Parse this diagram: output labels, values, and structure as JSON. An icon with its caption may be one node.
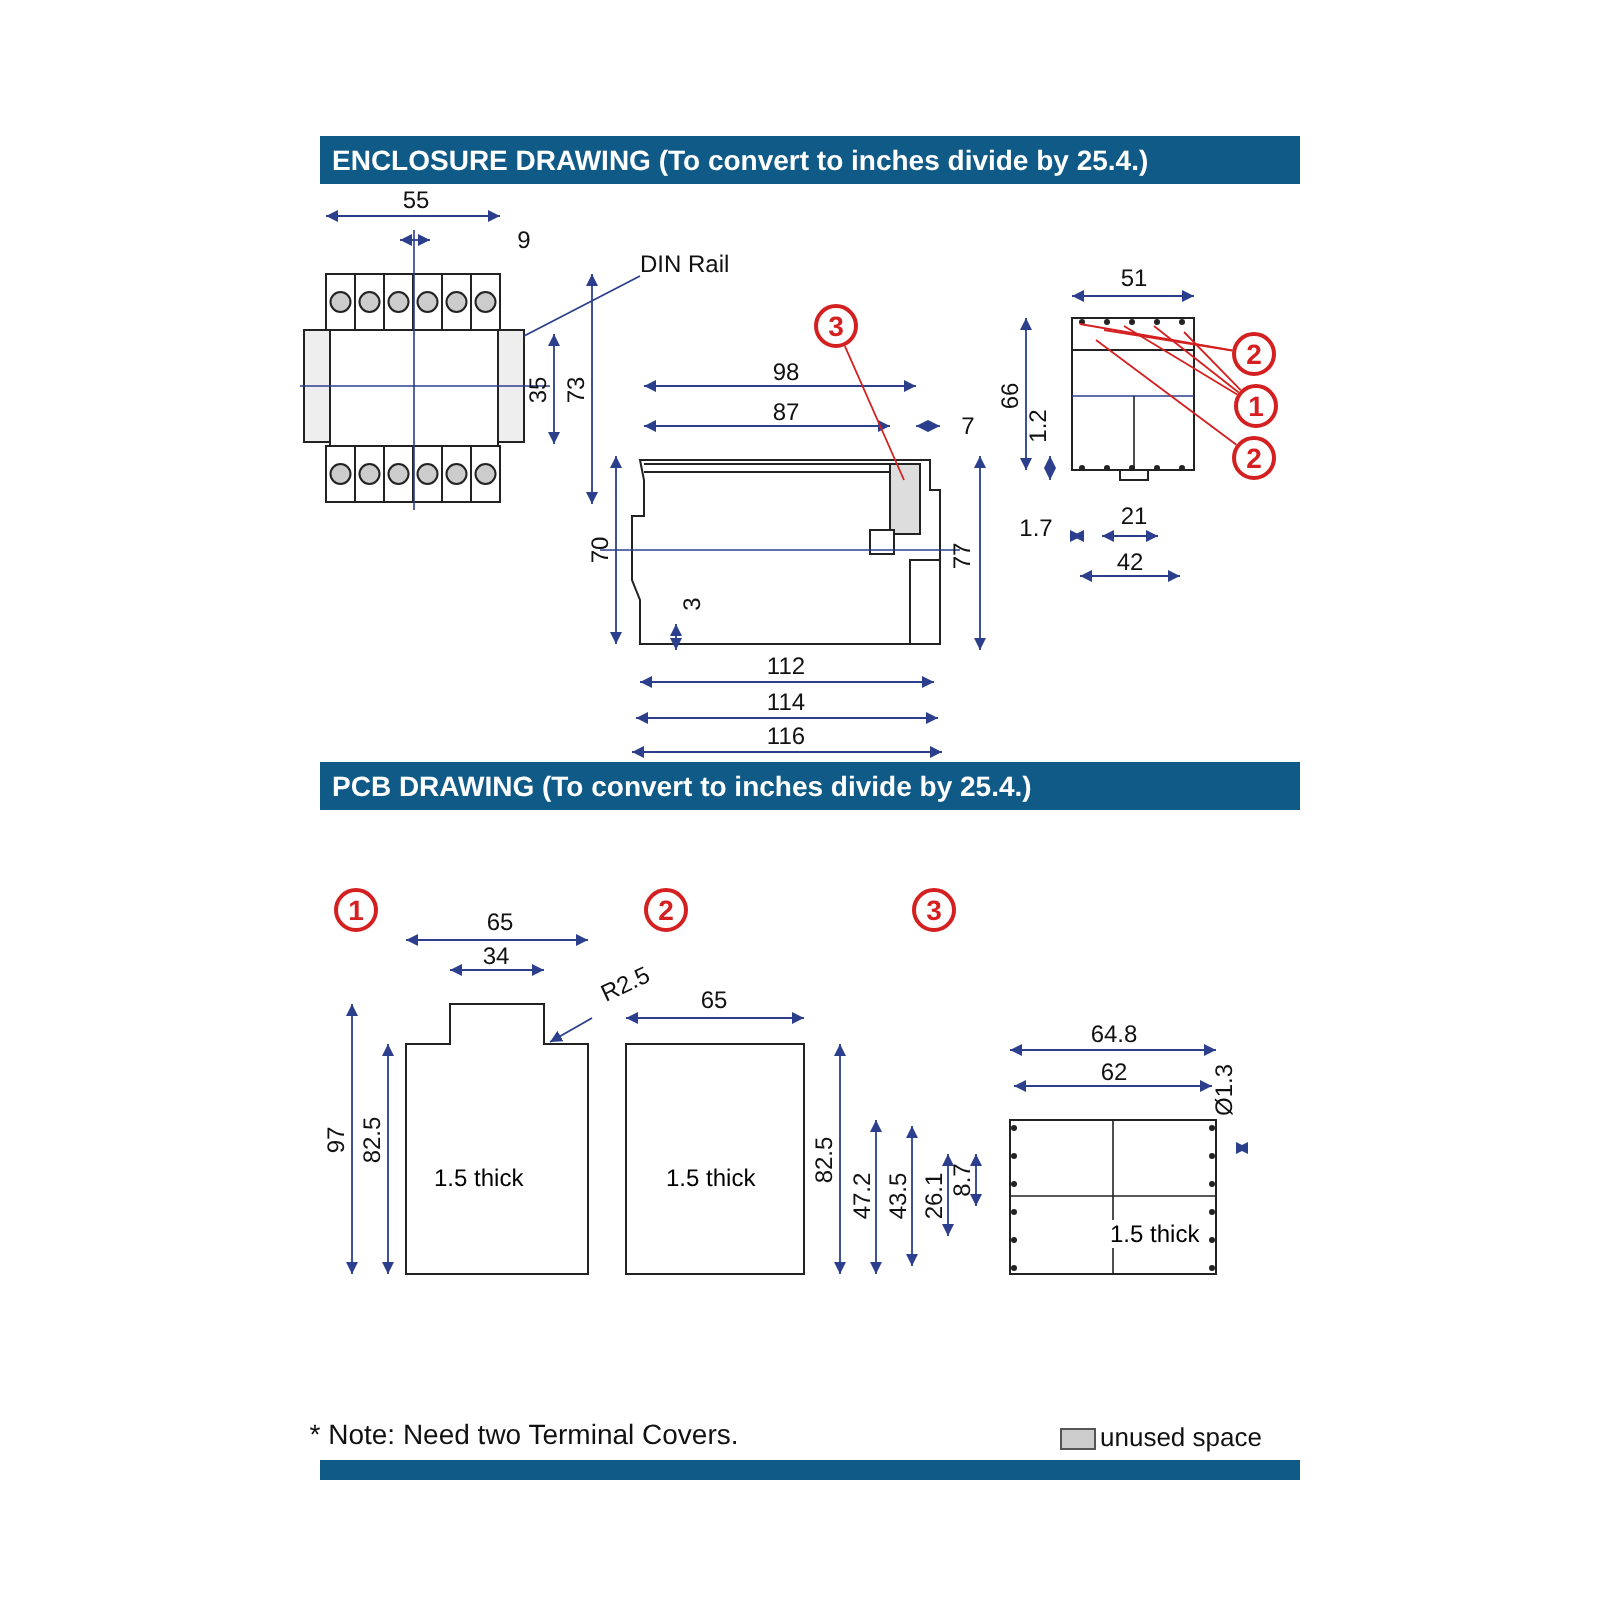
{
  "diagram": {
    "title": "ENCLOSURE DRAWING (To convert to inches divide by 25.4.)",
    "nodes": [
      {
        "text": [
          "DIN Rail"
        ]
      },
      {
        "text": [
          "3"
        ]
      },
      {
        "text": [
          "2"
        ]
      },
      {
        "text": [
          "1"
        ]
      },
      {
        "text": [
          "2"
        ]
      },
      {
        "text": [
          "1"
        ]
      },
      {
        "text": [
          "2"
        ]
      },
      {
        "text": [
          "3"
        ]
      },
      {
        "text": [
          "R2.5"
        ]
      },
      {
        "text": [
          "1.5 thick"
        ]
      },
      {
        "text": [
          "1.5 thick"
        ]
      },
      {
        "text": [
          "1.5 thick"
        ]
      }
    ],
    "edges": [
      {
        "from": 0,
        "to": null,
        "arrow": "none",
        "color": "#2b3f8c"
      },
      {
        "from": 1,
        "to": null,
        "arrow": "none"
      },
      {
        "from": 2,
        "to": null,
        "arrow": "none"
      },
      {
        "from": 2,
        "to": null,
        "arrow": "none"
      },
      {
        "from": 3,
        "to": null,
        "arrow": "none"
      },
      {
        "from": 3,
        "to": null,
        "arrow": "none"
      },
      {
        "from": 3,
        "to": null,
        "arrow": "none"
      },
      {
        "from": 4,
        "to": null,
        "arrow": "none"
      },
      {
        "from": 8,
        "to": 9,
        "arrow": "to",
        "color": "#2b3f8c"
      }
    ],
    "labels": [
      "55",
      "9",
      "35",
      "73",
      "98",
      "87",
      "7",
      "70",
      "77",
      "3",
      "112",
      "114",
      "116",
      "51",
      "66",
      "1.2",
      "1.7",
      "21",
      "42",
      "PCB DRAWING (To convert to inches divide by 25.4.)",
      "65",
      "34",
      "97",
      "82.5",
      "65",
      "82.5",
      "64.8",
      "62",
      "Ø1.3",
      "47.2",
      "43.5",
      "26.1",
      "8.7",
      "* Note: Need two Terminal Covers."
    ],
    "legend": [
      {
        "text": "unused space",
        "color": "#cccccc"
      }
    ]
  }
}
